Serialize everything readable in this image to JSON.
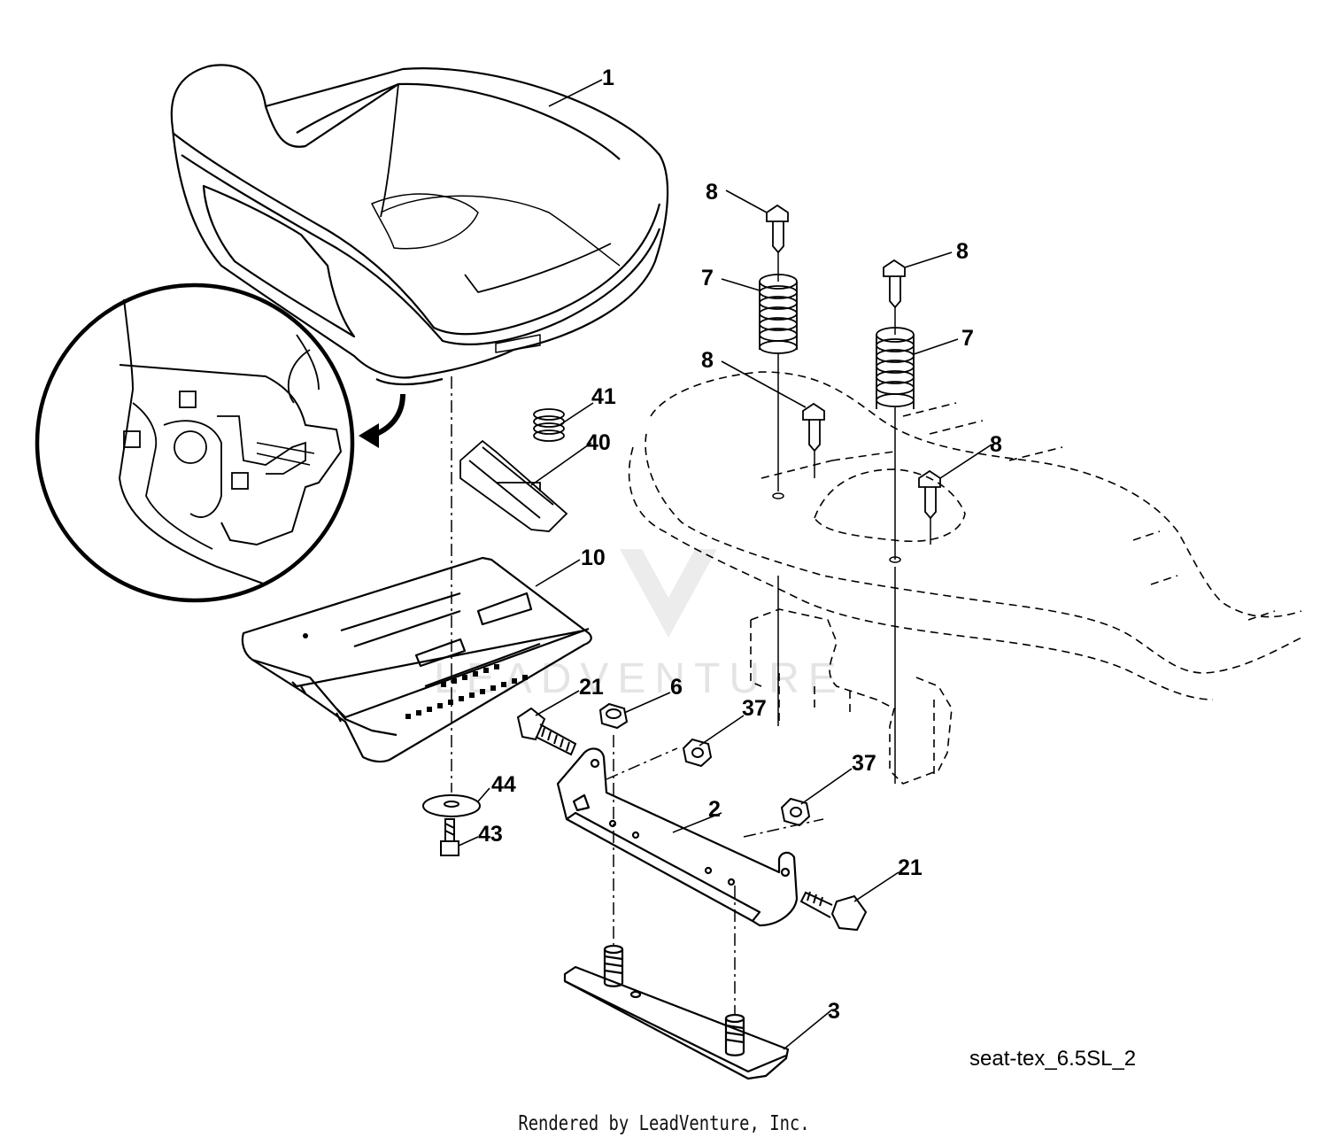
{
  "diagram": {
    "code": "seat-tex_6.5SL_2",
    "watermark": "LEADVENTURE",
    "footer": "Rendered by LeadVenture, Inc.",
    "callouts": {
      "c1": "1",
      "c2": "2",
      "c3": "3",
      "c6": "6",
      "c7a": "7",
      "c7b": "7",
      "c8a": "8",
      "c8b": "8",
      "c8c": "8",
      "c8d": "8",
      "c10": "10",
      "c21a": "21",
      "c21b": "21",
      "c37a": "37",
      "c37b": "37",
      "c40": "40",
      "c41": "41",
      "c43": "43",
      "c44": "44"
    }
  }
}
